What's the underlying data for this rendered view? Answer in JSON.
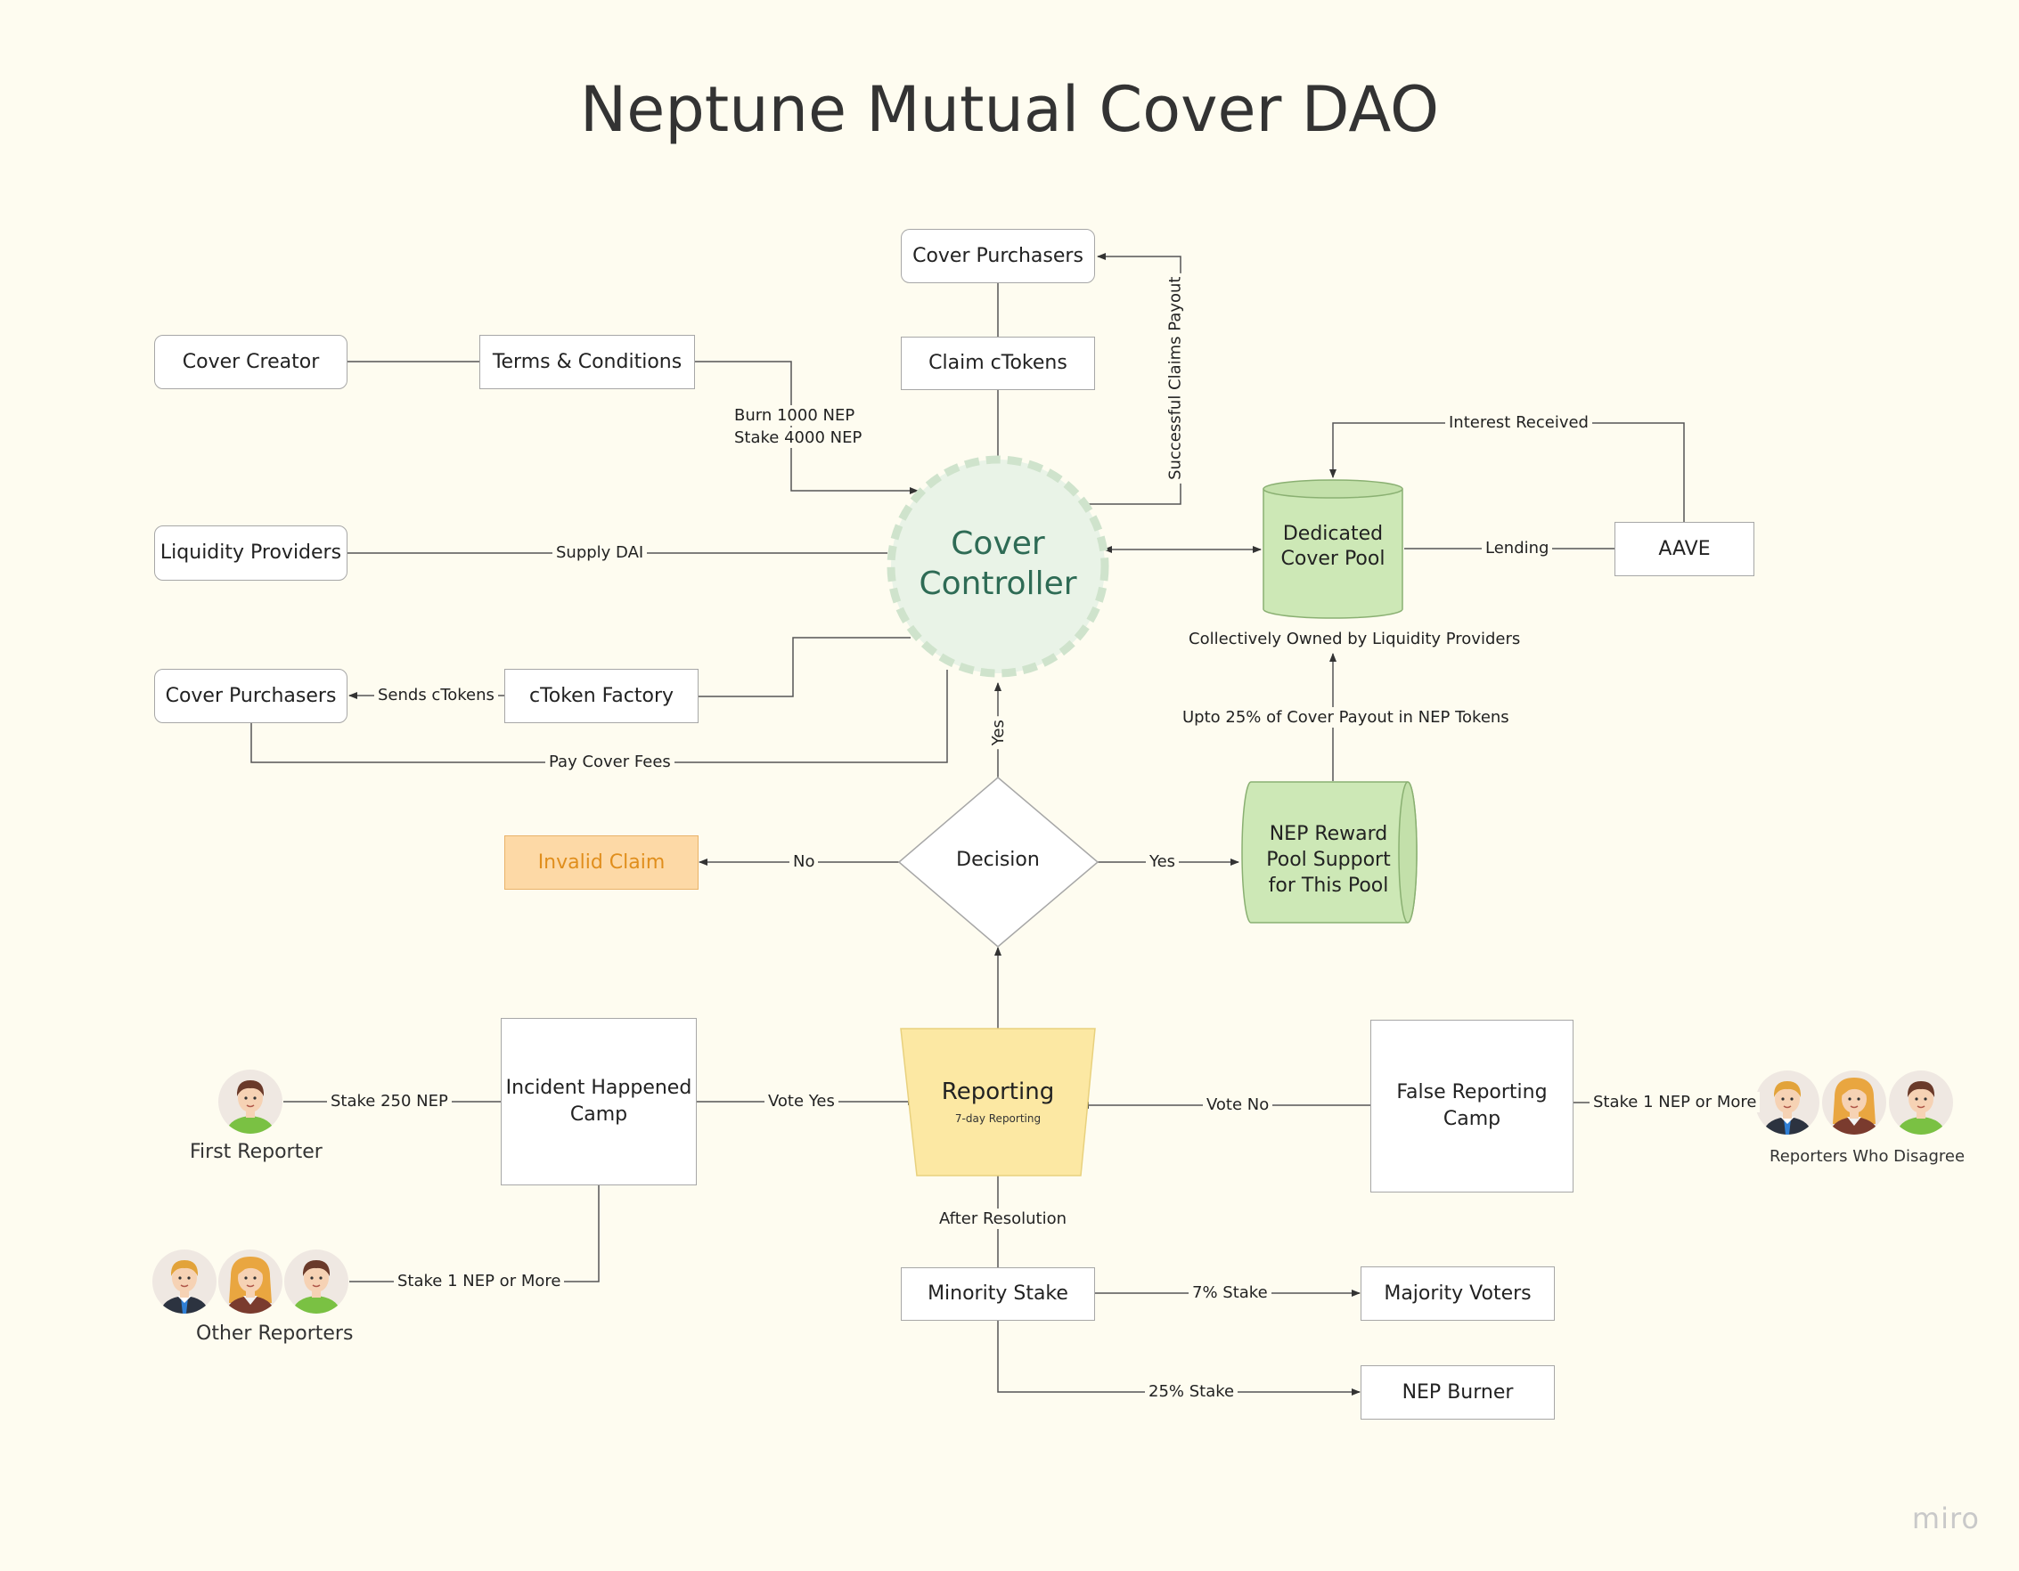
{
  "title": "Neptune Mutual Cover DAO",
  "nodes": {
    "cover_purchasers_top": "Cover Purchasers",
    "claim_ctokens": "Claim cTokens",
    "cover_creator": "Cover Creator",
    "terms_conditions": "Terms & Conditions",
    "liquidity_providers": "Liquidity Providers",
    "cover_purchasers_left": "Cover Purchasers",
    "ctoken_factory": "cToken Factory",
    "cover_controller_line1": "Cover",
    "cover_controller_line2": "Controller",
    "dedicated_pool_line1": "Dedicated",
    "dedicated_pool_line2": "Cover Pool",
    "aave": "AAVE",
    "decision": "Decision",
    "invalid_claim": "Invalid Claim",
    "nep_reward_line1": "NEP Reward",
    "nep_reward_line2": "Pool Support",
    "nep_reward_line3": "for This Pool",
    "reporting": "Reporting",
    "reporting_sub": "7-day Reporting",
    "incident_camp_line1": "Incident Happened",
    "incident_camp_line2": "Camp",
    "false_camp_line1": "False Reporting",
    "false_camp_line2": "Camp",
    "minority_stake": "Minority Stake",
    "majority_voters": "Majority Voters",
    "nep_burner": "NEP Burner"
  },
  "edge_labels": {
    "burn": "Burn 1000 NEP",
    "stake": "Stake 4000 NEP",
    "successful_claims": "Successful Claims Payout",
    "interest": "Interest Received",
    "lending": "Lending",
    "supply_dai": "Supply DAI",
    "collectively_owned": "Collectively Owned by Liquidity Providers",
    "upto_25": "Upto 25% of Cover Payout in NEP Tokens",
    "sends_ctokens": "Sends cTokens",
    "pay_cover_fees": "Pay Cover Fees",
    "yes_up": "Yes",
    "no": "No",
    "yes_right": "Yes",
    "stake_250": "Stake 250 NEP",
    "vote_yes": "Vote Yes",
    "vote_no": "Vote No",
    "stake_1_right": "Stake 1 NEP or More",
    "stake_1_left": "Stake 1 NEP or More",
    "after_resolution": "After Resolution",
    "stake_7": "7% Stake",
    "stake_25": "25% Stake"
  },
  "people": {
    "first_reporter": "First Reporter",
    "other_reporters": "Other Reporters",
    "reporters_disagree": "Reporters Who Disagree"
  },
  "watermark": "miro",
  "colors": {
    "background": "#fefcf0",
    "controller_fill": "#e9f3e7",
    "controller_border": "#cfe3cc",
    "controller_text": "#2e6b55",
    "pool_fill": "#cde8b6",
    "pool_border": "#8ab072",
    "invalid_fill": "#fdd9a6",
    "invalid_text": "#e08e1c",
    "reporting_fill": "#fce8a3"
  }
}
